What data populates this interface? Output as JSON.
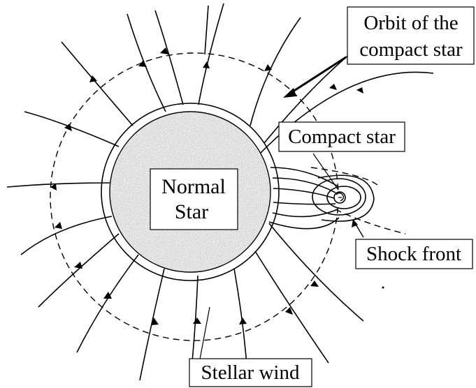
{
  "labels": {
    "orbit_line1": "Orbit of the",
    "orbit_line2": "compact star",
    "compact_star": "Compact star",
    "normal_star_line1": "Normal",
    "normal_star_line2": "Star",
    "shock_front": "Shock front",
    "stellar_wind": "Stellar wind"
  },
  "icons": {
    "compact_star_symbol": "compact-star-icon"
  },
  "colors": {
    "ink": "#000000",
    "star_fill": "#7a7a7a",
    "background": "#ffffff"
  }
}
